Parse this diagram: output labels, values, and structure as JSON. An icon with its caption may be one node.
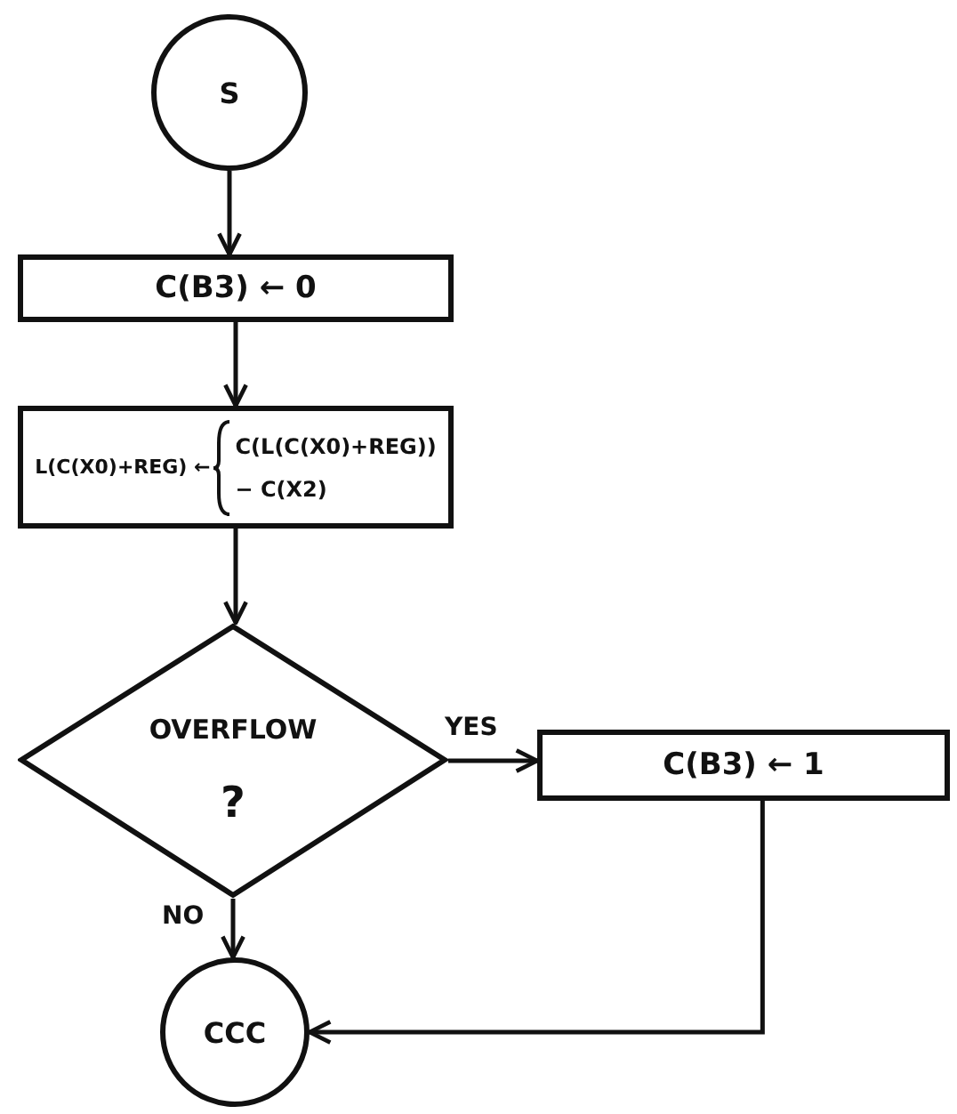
{
  "diagram": {
    "nodes": [
      {
        "text": [
          "S"
        ]
      },
      {
        "text": [
          "C(B3) ← 0"
        ]
      },
      {
        "text": [
          "L(C(X0)+REG) ←",
          "C(L(C(X0)+REG))",
          "− C(X2)"
        ]
      },
      {
        "text": [
          "OVERFLOW",
          "?"
        ]
      },
      {
        "text": [
          "C(B3) ← 1"
        ]
      },
      {
        "text": [
          "CCC"
        ]
      }
    ],
    "edges": [
      {
        "from": 0,
        "to": 1,
        "arrow": "to"
      },
      {
        "from": 1,
        "to": 2,
        "arrow": "to"
      },
      {
        "from": 2,
        "to": 3,
        "arrow": "to"
      },
      {
        "from": 3,
        "to": 4,
        "arrow": "to",
        "label": "YES"
      },
      {
        "from": 3,
        "to": 5,
        "arrow": "to",
        "label": "NO"
      },
      {
        "from": 4,
        "to": 5,
        "arrow": "to"
      }
    ]
  }
}
